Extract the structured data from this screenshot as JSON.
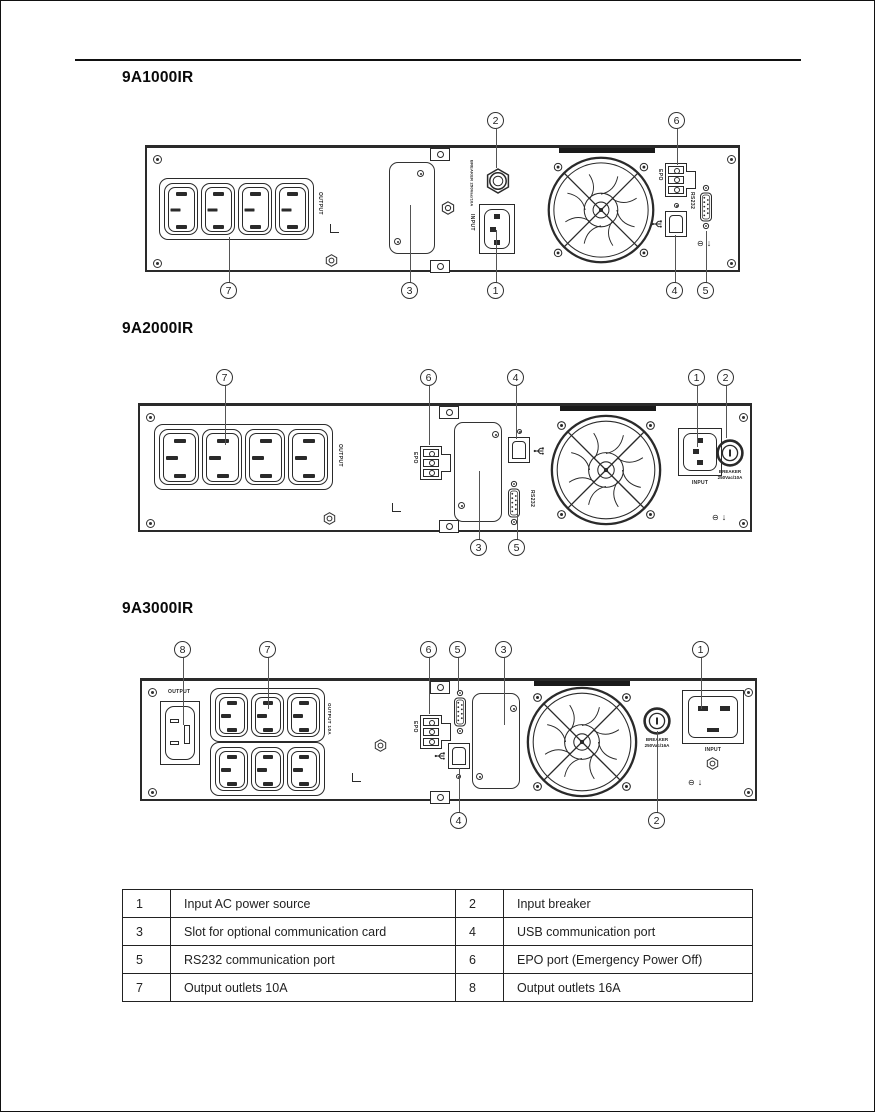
{
  "models": [
    {
      "name": "9A1000IR",
      "callouts_top": [
        "2",
        "6"
      ],
      "callouts_bottom": [
        "7",
        "3",
        "1",
        "4",
        "5"
      ]
    },
    {
      "name": "9A2000IR",
      "callouts_top": [
        "7",
        "6",
        "4",
        "1",
        "2"
      ],
      "callouts_bottom": [
        "3",
        "5"
      ]
    },
    {
      "name": "9A3000IR",
      "callouts_top": [
        "8",
        "7",
        "6",
        "5",
        "3",
        "1"
      ],
      "callouts_bottom": [
        "4",
        "2"
      ]
    }
  ],
  "labels": {
    "output": "OUTPUT",
    "output_10a": "OUTPUT 10A",
    "input": "INPUT",
    "epo": "EPO",
    "rs232": "RS232",
    "breaker_line1": "BREAKER",
    "breaker_rating_10a": "250Vac/10A",
    "breaker_rating_16a": "250Vac/16A",
    "ground_screw": "⊖",
    "ground_arrow": "↓"
  },
  "legend": {
    "rows": [
      [
        "1",
        "Input AC power source",
        "2",
        "Input breaker"
      ],
      [
        "3",
        "Slot for optional communication card",
        "4",
        "USB communication port"
      ],
      [
        "5",
        "RS232 communication port",
        "6",
        "EPO port (Emergency Power Off)"
      ],
      [
        "7",
        "Output outlets 10A",
        "8",
        "Output outlets 16A"
      ]
    ]
  }
}
